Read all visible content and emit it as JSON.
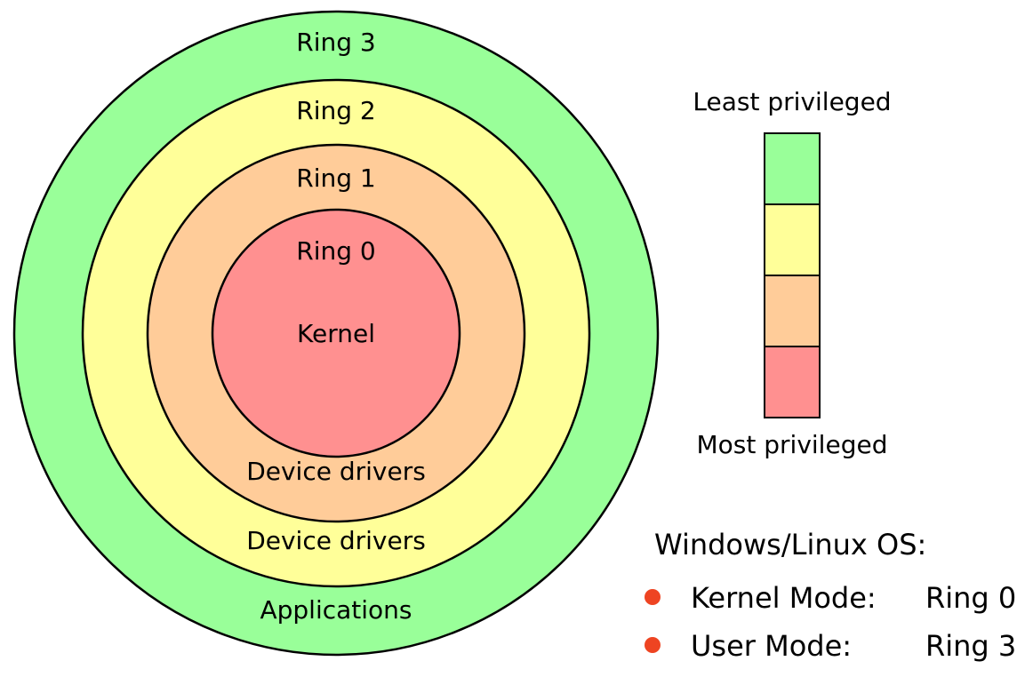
{
  "rings": [
    {
      "id": "ring3",
      "label": "Ring 3",
      "content": "Applications",
      "color": "#99ff99"
    },
    {
      "id": "ring2",
      "label": "Ring 2",
      "content": "Device drivers",
      "color": "#ffff99"
    },
    {
      "id": "ring1",
      "label": "Ring 1",
      "content": "Device drivers",
      "color": "#ffcc99"
    },
    {
      "id": "ring0",
      "label": "Ring 0",
      "content": "Kernel",
      "color": "#ff9090"
    }
  ],
  "privilege_scale": {
    "top_label": "Least privileged",
    "bottom_label": "Most privileged"
  },
  "os_info": {
    "title": "Windows/Linux OS:",
    "bullet_color": "#ee4422",
    "modes": [
      {
        "label": "Kernel Mode:",
        "ring": "Ring 0"
      },
      {
        "label": "User Mode:",
        "ring": "Ring 3"
      }
    ]
  }
}
